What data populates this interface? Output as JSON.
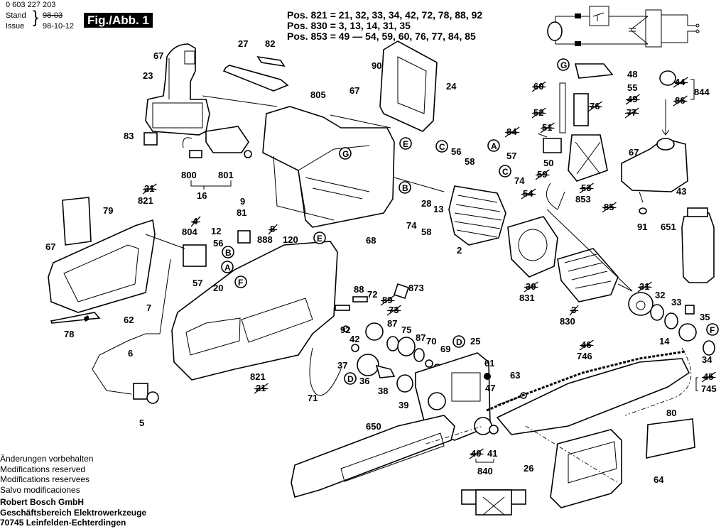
{
  "header": {
    "part_number": "0 603 227 203",
    "stand_label": "Stand",
    "issue_label": "Issue",
    "stand_value_struck": "98-03",
    "issue_value": "98-10-12",
    "figure_label": "Fig./Abb. 1"
  },
  "positions": [
    {
      "pos": "Pos. 821 =",
      "items": "21, 32, 33, 34, 42, 72, 78, 88, 92",
      "struck": [
        "21",
        "78"
      ]
    },
    {
      "pos": "Pos. 830 =",
      "items": "3, 13, 14, 31, 35",
      "struck": [
        "3",
        "31"
      ]
    },
    {
      "pos": "Pos. 853 =",
      "items": "49 — 54, 59, 60, 76, 77, 84, 85",
      "struck": [
        "49",
        "54",
        "59",
        "60",
        "76",
        "77",
        "84",
        "85"
      ]
    }
  ],
  "pos_lines": [
    "Pos. 821 = 21, 32, 33, 34, 42, 72, 78, 88, 92",
    "Pos. 830 = 3, 13, 14, 31, 35",
    "Pos. 853 = 49 — 54, 59, 60, 76, 77, 84, 85"
  ],
  "footer": {
    "notice_de": "Änderungen vorbehalten",
    "notice_en": "Modifications reserved",
    "notice_fr": "Modifications reservees",
    "notice_es": "Salvo modificaciones",
    "company": "Robert Bosch GmbH",
    "division": "Geschäftsbereich Elektrowerkzeuge",
    "address": "70745 Leinfelden-Echterdingen"
  },
  "callout_letters": [
    "A",
    "B",
    "C",
    "D",
    "E",
    "F",
    "G"
  ],
  "part_labels": [
    {
      "id": "67a",
      "text": "67"
    },
    {
      "id": "23",
      "text": "23"
    },
    {
      "id": "27",
      "text": "27"
    },
    {
      "id": "82",
      "text": "82"
    },
    {
      "id": "83",
      "text": "83"
    },
    {
      "id": "800",
      "text": "800"
    },
    {
      "id": "801",
      "text": "801"
    },
    {
      "id": "16",
      "text": "16"
    },
    {
      "id": "21a",
      "text": "21",
      "struck": true
    },
    {
      "id": "821a",
      "text": "821"
    },
    {
      "id": "79",
      "text": "79"
    },
    {
      "id": "9",
      "text": "9"
    },
    {
      "id": "81",
      "text": "81"
    },
    {
      "id": "8",
      "text": "8",
      "struck": true
    },
    {
      "id": "888",
      "text": "888"
    },
    {
      "id": "120",
      "text": "120"
    },
    {
      "id": "805",
      "text": "805"
    },
    {
      "id": "90",
      "text": "90"
    },
    {
      "id": "67b",
      "text": "67"
    },
    {
      "id": "24",
      "text": "24"
    },
    {
      "id": "56a",
      "text": "56"
    },
    {
      "id": "58a",
      "text": "58"
    },
    {
      "id": "28",
      "text": "28"
    },
    {
      "id": "13",
      "text": "13"
    },
    {
      "id": "74a",
      "text": "74"
    },
    {
      "id": "58b",
      "text": "58"
    },
    {
      "id": "2",
      "text": "2"
    },
    {
      "id": "4",
      "text": "4",
      "struck": true
    },
    {
      "id": "804",
      "text": "804"
    },
    {
      "id": "12",
      "text": "12"
    },
    {
      "id": "56b",
      "text": "56"
    },
    {
      "id": "57a",
      "text": "57"
    },
    {
      "id": "20",
      "text": "20"
    },
    {
      "id": "67c",
      "text": "67"
    },
    {
      "id": "7",
      "text": "7"
    },
    {
      "id": "62",
      "text": "62"
    },
    {
      "id": "78",
      "text": "78"
    },
    {
      "id": "6",
      "text": "6"
    },
    {
      "id": "5",
      "text": "5"
    },
    {
      "id": "68",
      "text": "68"
    },
    {
      "id": "88",
      "text": "88"
    },
    {
      "id": "72",
      "text": "72"
    },
    {
      "id": "89",
      "text": "89",
      "struck": true
    },
    {
      "id": "873",
      "text": "873"
    },
    {
      "id": "73",
      "text": "73",
      "struck": true
    },
    {
      "id": "92",
      "text": "92"
    },
    {
      "id": "42",
      "text": "42"
    },
    {
      "id": "87a",
      "text": "87"
    },
    {
      "id": "75",
      "text": "75"
    },
    {
      "id": "87b",
      "text": "87"
    },
    {
      "id": "70",
      "text": "70"
    },
    {
      "id": "69",
      "text": "69"
    },
    {
      "id": "37",
      "text": "37"
    },
    {
      "id": "36",
      "text": "36"
    },
    {
      "id": "38",
      "text": "38"
    },
    {
      "id": "39",
      "text": "39"
    },
    {
      "id": "71",
      "text": "71"
    },
    {
      "id": "821b",
      "text": "821"
    },
    {
      "id": "21b",
      "text": "21",
      "struck": true
    },
    {
      "id": "25",
      "text": "25"
    },
    {
      "id": "61",
      "text": "61"
    },
    {
      "id": "47",
      "text": "47"
    },
    {
      "id": "63",
      "text": "63"
    },
    {
      "id": "650",
      "text": "650"
    },
    {
      "id": "40",
      "text": "40",
      "struck": true
    },
    {
      "id": "41",
      "text": "41"
    },
    {
      "id": "840",
      "text": "840"
    },
    {
      "id": "26",
      "text": "26"
    },
    {
      "id": "64",
      "text": "64"
    },
    {
      "id": "80",
      "text": "80"
    },
    {
      "id": "30",
      "text": "30",
      "struck": true
    },
    {
      "id": "831",
      "text": "831"
    },
    {
      "id": "3",
      "text": "3",
      "struck": true
    },
    {
      "id": "830",
      "text": "830"
    },
    {
      "id": "31",
      "text": "31",
      "struck": true
    },
    {
      "id": "32",
      "text": "32"
    },
    {
      "id": "33",
      "text": "33"
    },
    {
      "id": "35",
      "text": "35"
    },
    {
      "id": "14",
      "text": "14"
    },
    {
      "id": "34",
      "text": "34"
    },
    {
      "id": "46",
      "text": "46",
      "struck": true
    },
    {
      "id": "746",
      "text": "746"
    },
    {
      "id": "45",
      "text": "45",
      "struck": true
    },
    {
      "id": "745",
      "text": "745"
    },
    {
      "id": "48",
      "text": "48"
    },
    {
      "id": "60",
      "text": "60",
      "struck": true
    },
    {
      "id": "55",
      "text": "55"
    },
    {
      "id": "49",
      "text": "49",
      "struck": true
    },
    {
      "id": "52",
      "text": "52",
      "struck": true
    },
    {
      "id": "76",
      "text": "76",
      "struck": true
    },
    {
      "id": "77",
      "text": "77",
      "struck": true
    },
    {
      "id": "84",
      "text": "84",
      "struck": true
    },
    {
      "id": "51",
      "text": "51",
      "struck": true
    },
    {
      "id": "57b",
      "text": "57"
    },
    {
      "id": "50",
      "text": "50"
    },
    {
      "id": "74b",
      "text": "74"
    },
    {
      "id": "59",
      "text": "59",
      "struck": true
    },
    {
      "id": "54",
      "text": "54",
      "struck": true
    },
    {
      "id": "53",
      "text": "53",
      "struck": true
    },
    {
      "id": "853",
      "text": "853"
    },
    {
      "id": "85",
      "text": "85",
      "struck": true
    },
    {
      "id": "67d",
      "text": "67"
    },
    {
      "id": "44",
      "text": "44",
      "struck": true
    },
    {
      "id": "86",
      "text": "86",
      "struck": true
    },
    {
      "id": "844",
      "text": "844"
    },
    {
      "id": "43",
      "text": "43"
    },
    {
      "id": "91",
      "text": "91"
    },
    {
      "id": "651",
      "text": "651"
    }
  ]
}
